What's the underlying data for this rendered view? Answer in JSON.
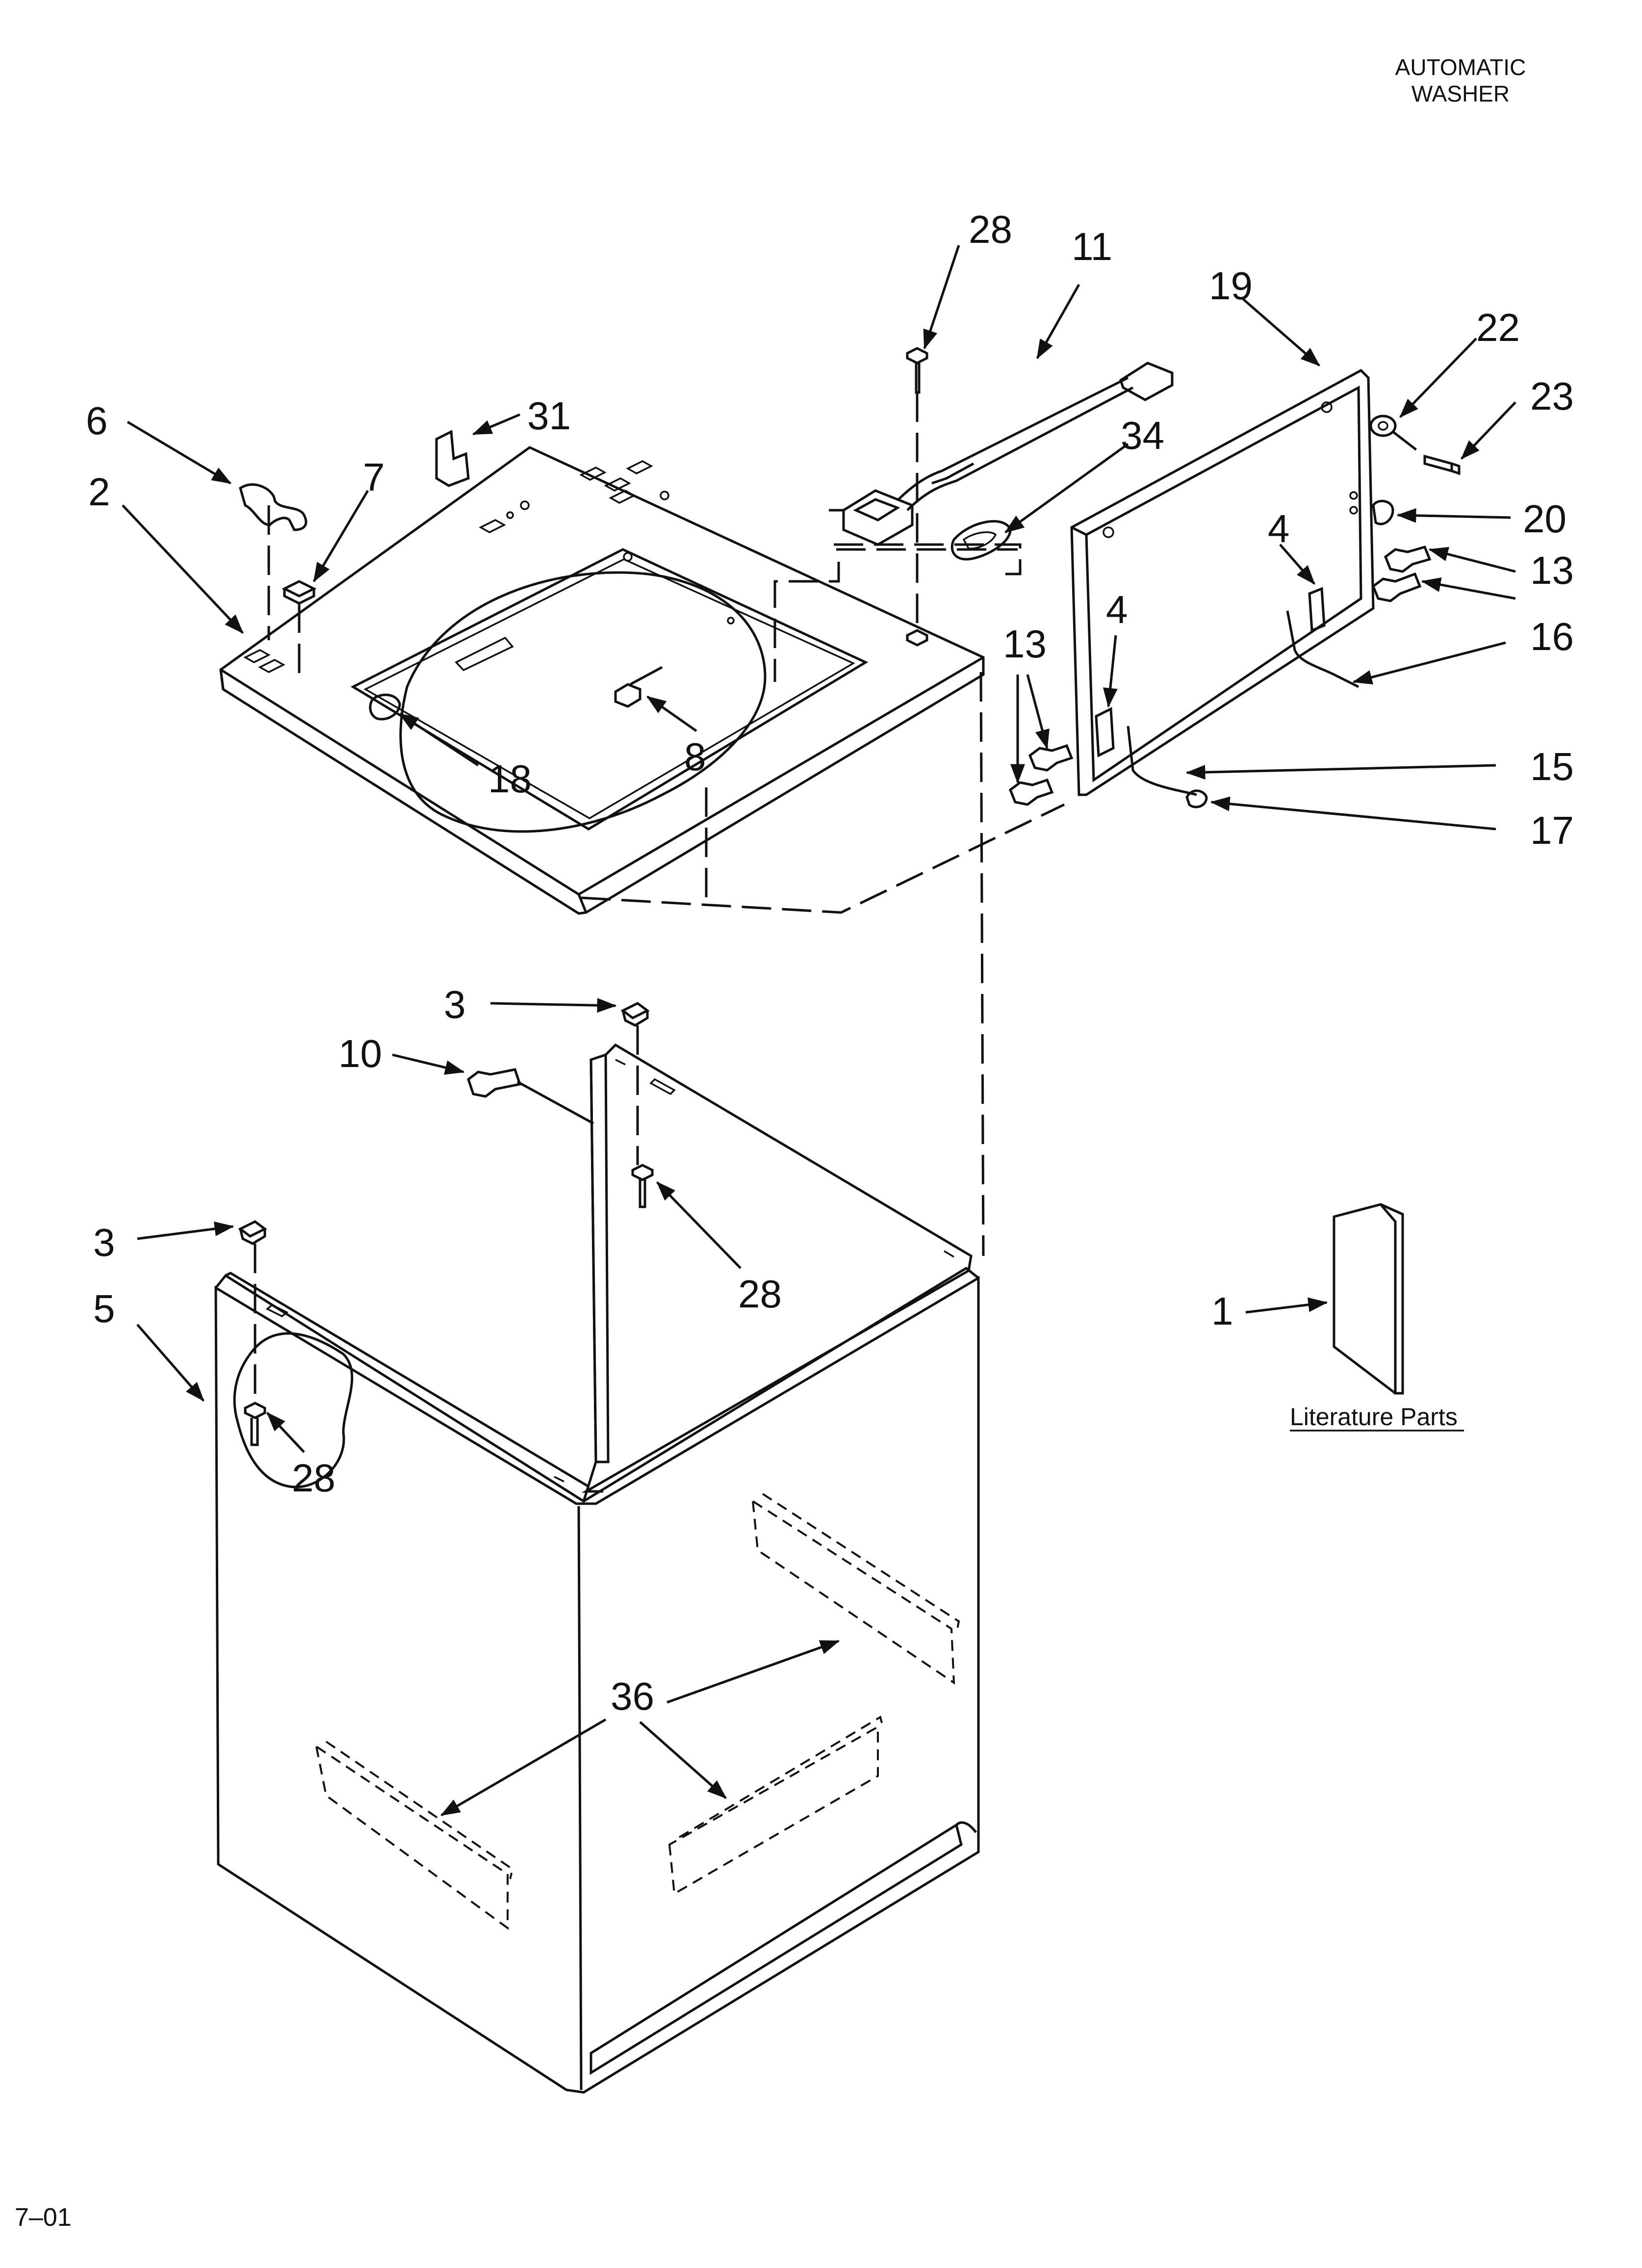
{
  "header": {
    "line1": "AUTOMATIC",
    "line2": "WASHER"
  },
  "footer": {
    "code": "7–01"
  },
  "literature": {
    "label": "Literature Parts"
  },
  "callouts": [
    {
      "id": "c28a",
      "num": "28"
    },
    {
      "id": "c11",
      "num": "11"
    },
    {
      "id": "c19",
      "num": "19"
    },
    {
      "id": "c22",
      "num": "22"
    },
    {
      "id": "c23",
      "num": "23"
    },
    {
      "id": "c6",
      "num": "6"
    },
    {
      "id": "c31",
      "num": "31"
    },
    {
      "id": "c34",
      "num": "34"
    },
    {
      "id": "c7",
      "num": "7"
    },
    {
      "id": "c2",
      "num": "2"
    },
    {
      "id": "c20",
      "num": "20"
    },
    {
      "id": "c4a",
      "num": "4"
    },
    {
      "id": "c13a",
      "num": "13"
    },
    {
      "id": "c13b",
      "num": "13"
    },
    {
      "id": "c16",
      "num": "16"
    },
    {
      "id": "c4b",
      "num": "4"
    },
    {
      "id": "c8",
      "num": "8"
    },
    {
      "id": "c18",
      "num": "18"
    },
    {
      "id": "c15",
      "num": "15"
    },
    {
      "id": "c17",
      "num": "17"
    },
    {
      "id": "c3a",
      "num": "3"
    },
    {
      "id": "c10",
      "num": "10"
    },
    {
      "id": "c28b",
      "num": "28"
    },
    {
      "id": "c3b",
      "num": "3"
    },
    {
      "id": "c5",
      "num": "5"
    },
    {
      "id": "c1",
      "num": "1"
    },
    {
      "id": "c28c",
      "num": "28"
    },
    {
      "id": "c36",
      "num": "36"
    }
  ]
}
